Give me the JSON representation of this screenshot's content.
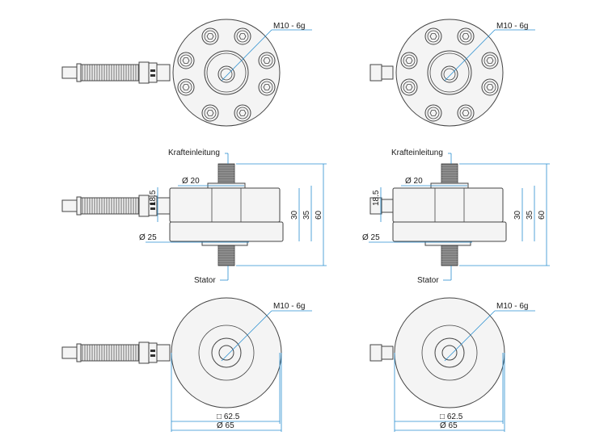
{
  "drawings": [
    {
      "name": "with-cable",
      "thread_label": "M10 - 6g",
      "force_label": "Krafteinleitung",
      "stator_label": "Stator",
      "dims": {
        "d_hub": "Ø 20",
        "d_base": "Ø 25",
        "h_connector": "18.5",
        "h_body": "30",
        "h_total_body": "35",
        "h_total": "60",
        "square": "□ 62.5",
        "d_outer": "Ø 65"
      }
    },
    {
      "name": "with-connector",
      "thread_label": "M10 - 6g",
      "force_label": "Krafteinleitung",
      "stator_label": "Stator",
      "dims": {
        "d_hub": "Ø 20",
        "d_base": "Ø 25",
        "h_connector": "18.5",
        "h_body": "30",
        "h_total_body": "35",
        "h_total": "60",
        "square": "□ 62.5",
        "d_outer": "Ø 65"
      }
    }
  ],
  "colors": {
    "dimension": "#2a8fd0",
    "outline": "#444444"
  }
}
